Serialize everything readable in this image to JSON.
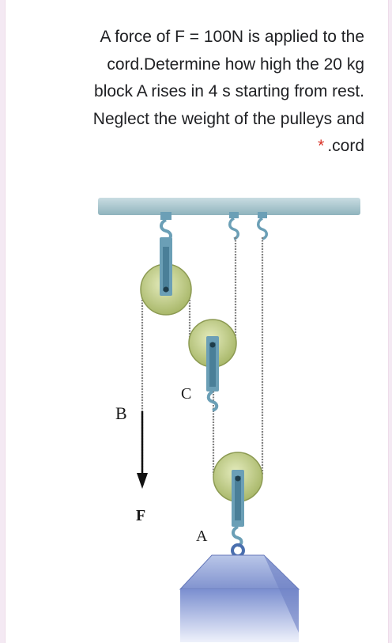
{
  "question": {
    "lines": [
      "A force of F = 100N is applied to the",
      "cord.Determine how high the 20 kg",
      "block A rises in 4 s starting from rest.",
      "Neglect the weight of the pulleys and"
    ],
    "last_line": ".cord",
    "required_marker": "*"
  },
  "figure": {
    "labels": {
      "b": "B",
      "c": "C",
      "f": "F",
      "a": "A"
    }
  },
  "colors": {
    "required_star": "#d93025",
    "ceiling": "#9ec3cc",
    "pulley": "#c7d28c",
    "bracket": "#6b9fb6",
    "block": "#8aa0d8"
  }
}
